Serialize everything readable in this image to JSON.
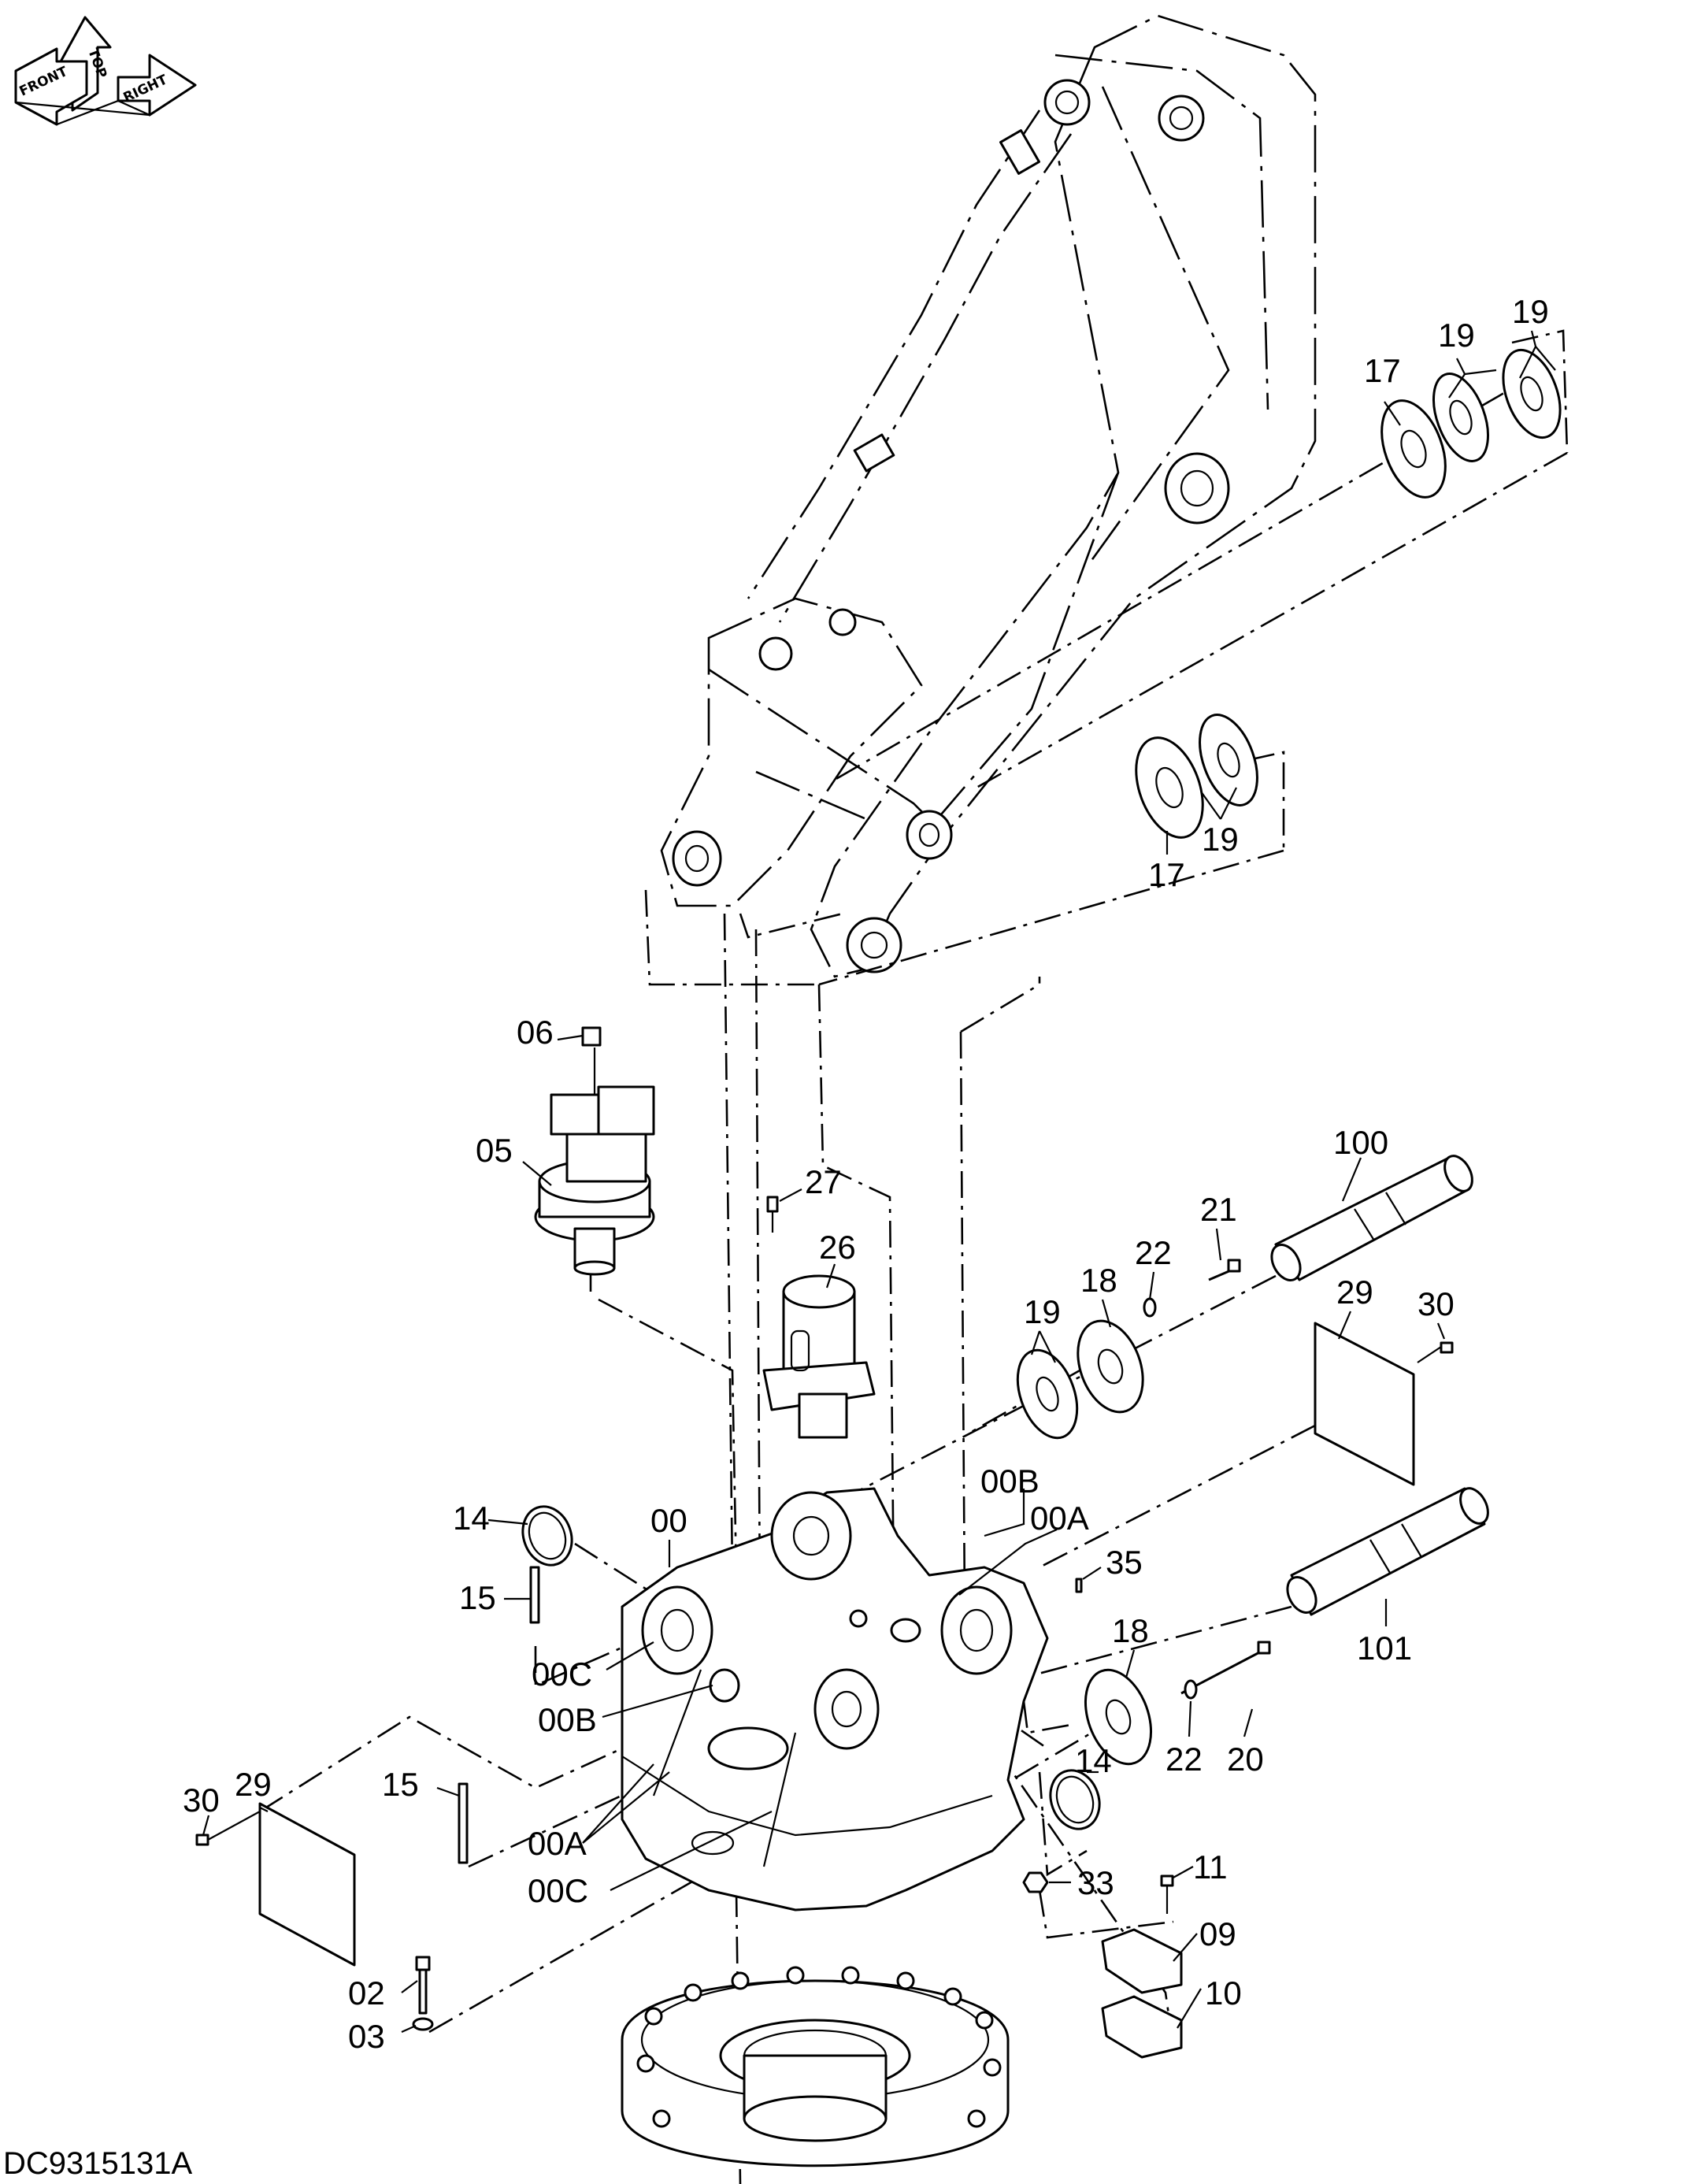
{
  "drawing_code": "DC9315131A",
  "orientation_icon": {
    "name": "orientation-3d-arrows-icon",
    "labels": [
      "TOP",
      "FRONT",
      "RIGHT"
    ]
  },
  "callouts": [
    {
      "id": "c-17a",
      "text": "17"
    },
    {
      "id": "c-19a",
      "text": "19"
    },
    {
      "id": "c-19b",
      "text": "19"
    },
    {
      "id": "c-17b",
      "text": "17"
    },
    {
      "id": "c-19c",
      "text": "19"
    },
    {
      "id": "c-06",
      "text": "06"
    },
    {
      "id": "c-05",
      "text": "05"
    },
    {
      "id": "c-27",
      "text": "27"
    },
    {
      "id": "c-26",
      "text": "26"
    },
    {
      "id": "c-100",
      "text": "100"
    },
    {
      "id": "c-21",
      "text": "21"
    },
    {
      "id": "c-22a",
      "text": "22"
    },
    {
      "id": "c-18a",
      "text": "18"
    },
    {
      "id": "c-19d",
      "text": "19"
    },
    {
      "id": "c-29a",
      "text": "29"
    },
    {
      "id": "c-30a",
      "text": "30"
    },
    {
      "id": "c-00B-top",
      "text": "00B"
    },
    {
      "id": "c-00A-top",
      "text": "00A"
    },
    {
      "id": "c-14a",
      "text": "14"
    },
    {
      "id": "c-00",
      "text": "00"
    },
    {
      "id": "c-35",
      "text": "35"
    },
    {
      "id": "c-15a",
      "text": "15"
    },
    {
      "id": "c-18b",
      "text": "18"
    },
    {
      "id": "c-101",
      "text": "101"
    },
    {
      "id": "c-00C-left",
      "text": "00C"
    },
    {
      "id": "c-00B-left",
      "text": "00B"
    },
    {
      "id": "c-20",
      "text": "20"
    },
    {
      "id": "c-22b",
      "text": "22"
    },
    {
      "id": "c-29b",
      "text": "29"
    },
    {
      "id": "c-30b",
      "text": "30"
    },
    {
      "id": "c-15b",
      "text": "15"
    },
    {
      "id": "c-14b",
      "text": "14"
    },
    {
      "id": "c-00A-bot",
      "text": "00A"
    },
    {
      "id": "c-00C-bot",
      "text": "00C"
    },
    {
      "id": "c-33",
      "text": "33"
    },
    {
      "id": "c-11",
      "text": "11"
    },
    {
      "id": "c-09",
      "text": "09"
    },
    {
      "id": "c-10",
      "text": "10"
    },
    {
      "id": "c-02",
      "text": "02"
    },
    {
      "id": "c-03",
      "text": "03"
    }
  ]
}
